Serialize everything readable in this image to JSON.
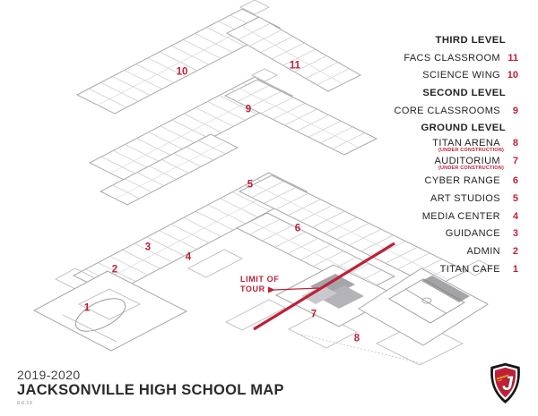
{
  "colors": {
    "accent_red": "#c02037",
    "text_black": "#231f20",
    "map_line_gray": "#a8a8ac"
  },
  "legend": {
    "sections": [
      {
        "header": "THIRD LEVEL",
        "items": [
          {
            "label": "FACS CLASSROOM",
            "number": "11"
          },
          {
            "label": "SCIENCE WING",
            "number": "10"
          }
        ]
      },
      {
        "header": "SECOND LEVEL",
        "items": [
          {
            "label": "CORE CLASSROOMS",
            "number": "9"
          }
        ]
      },
      {
        "header": "GROUND LEVEL",
        "items": [
          {
            "label": "TITAN ARENA",
            "number": "8",
            "note": "(UNDER CONSTRUCTION)"
          },
          {
            "label": "AUDITORIUM",
            "number": "7",
            "note": "(UNDER CONSTRUCTION)"
          },
          {
            "label": "CYBER RANGE",
            "number": "6"
          },
          {
            "label": "ART STUDIOS",
            "number": "5"
          },
          {
            "label": "MEDIA CENTER",
            "number": "4"
          },
          {
            "label": "GUIDANCE",
            "number": "3"
          },
          {
            "label": "ADMIN",
            "number": "2"
          },
          {
            "label": "TITAN CAFE",
            "number": "1"
          }
        ]
      }
    ]
  },
  "map": {
    "markers": [
      {
        "number": "1"
      },
      {
        "number": "2"
      },
      {
        "number": "3"
      },
      {
        "number": "4"
      },
      {
        "number": "5"
      },
      {
        "number": "6"
      },
      {
        "number": "7"
      },
      {
        "number": "8"
      },
      {
        "number": "9"
      },
      {
        "number": "10"
      },
      {
        "number": "11"
      }
    ],
    "limit_of_tour": {
      "line1": "LIMIT OF",
      "line2": "TOUR"
    }
  },
  "title_block": {
    "school_year": "2019-2020",
    "title": "JACKSONVILLE HIGH SCHOOL MAP",
    "revision_date": "8.6.19"
  },
  "logo": {
    "letter": "J"
  }
}
